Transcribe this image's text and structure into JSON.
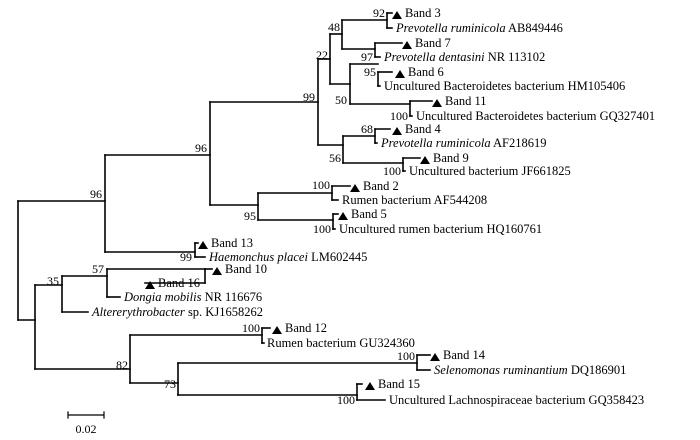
{
  "tree": {
    "bootstrap": {
      "b92": "92",
      "b97": "97",
      "b48": "48",
      "b95a": "95",
      "b100a": "100",
      "b50": "50",
      "b22": "22",
      "b68": "68",
      "b100b": "100",
      "b56": "56",
      "b99a": "99",
      "b100c": "100",
      "b100d": "100",
      "b95b": "95",
      "b96a": "96",
      "b99b": "99",
      "b96b": "96",
      "b57": "57",
      "b35": "35",
      "b100e": "100",
      "b100f": "100",
      "b100g": "100",
      "b73": "73",
      "b82": "82"
    },
    "leaves": [
      {
        "band": "Band 3",
        "italic": "Prevotella ruminicola",
        "rest": " AB849446"
      },
      {
        "band": "Band 7",
        "italic": "Prevotella dentasini",
        "rest": " NR 113102"
      },
      {
        "band": "Band 6",
        "italic": "",
        "rest": "Uncultured Bacteroidetes bacterium HM105406"
      },
      {
        "band": "Band 11",
        "italic": "",
        "rest": "Uncultured Bacteroidetes bacterium GQ327401"
      },
      {
        "band": "Band 4",
        "italic": "Prevotella ruminicola",
        "rest": " AF218619"
      },
      {
        "band": "Band 9",
        "italic": "",
        "rest": "Uncultured bacterium JF661825"
      },
      {
        "band": "Band 2",
        "italic": "",
        "rest": "Rumen bacterium AF544208"
      },
      {
        "band": "Band 5",
        "italic": "",
        "rest": "Uncultured rumen bacterium HQ160761"
      },
      {
        "band": "Band 13",
        "italic": "Haemonchus placei",
        "rest": " LM602445"
      },
      {
        "band": "Band 10",
        "italic": "",
        "rest": ""
      },
      {
        "band": "Band 16",
        "italic": "",
        "rest": ""
      },
      {
        "band": "",
        "italic": "Dongia mobilis",
        "rest": " NR 116676"
      },
      {
        "band": "",
        "italic": "Altererythrobacter",
        "rest": " sp. KJ1658262"
      },
      {
        "band": "Band 12",
        "italic": "",
        "rest": "Rumen bacterium GU324360"
      },
      {
        "band": "Band 14",
        "italic": "Selenomonas ruminantium",
        "rest": " DQ186901"
      },
      {
        "band": "Band 15",
        "italic": "",
        "rest": "Uncultured Lachnospiraceae bacterium GQ358423"
      }
    ],
    "scale_bar": {
      "label": "0.02"
    }
  }
}
